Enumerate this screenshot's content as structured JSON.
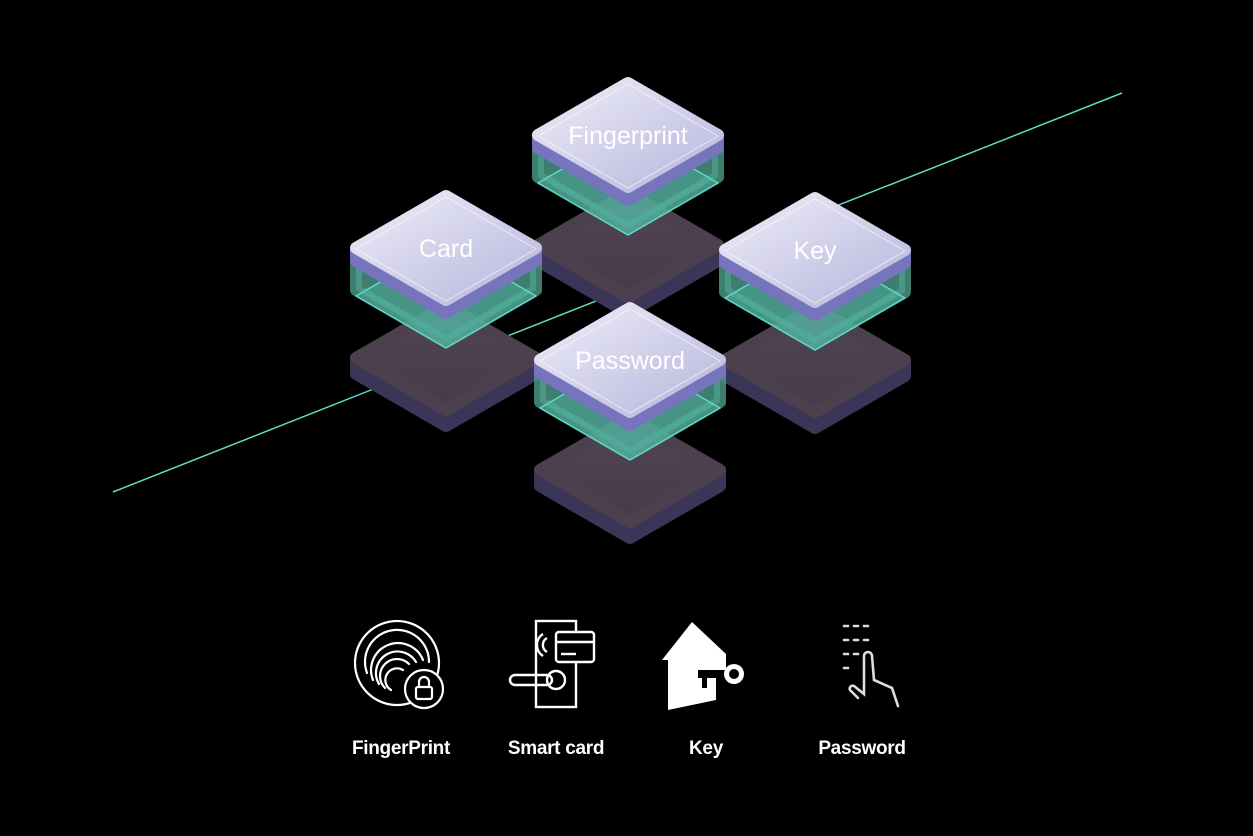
{
  "tiles": [
    {
      "label": "Fingerprint"
    },
    {
      "label": "Card"
    },
    {
      "label": "Key"
    },
    {
      "label": "Password"
    }
  ],
  "methods": [
    {
      "label": "FingerPrint",
      "icon": "fingerprint-lock-icon"
    },
    {
      "label": "Smart card",
      "icon": "smart-card-door-icon"
    },
    {
      "label": "Key",
      "icon": "house-key-icon"
    },
    {
      "label": "Password",
      "icon": "keypad-touch-icon"
    }
  ],
  "colors": {
    "background": "#000000",
    "accent_line": "#5fd9c8",
    "tile_top": "#d4d3ec",
    "tile_side": "#7674bd",
    "tile_green": "#4e9e8c",
    "tile_base": "#4a3f4d"
  }
}
